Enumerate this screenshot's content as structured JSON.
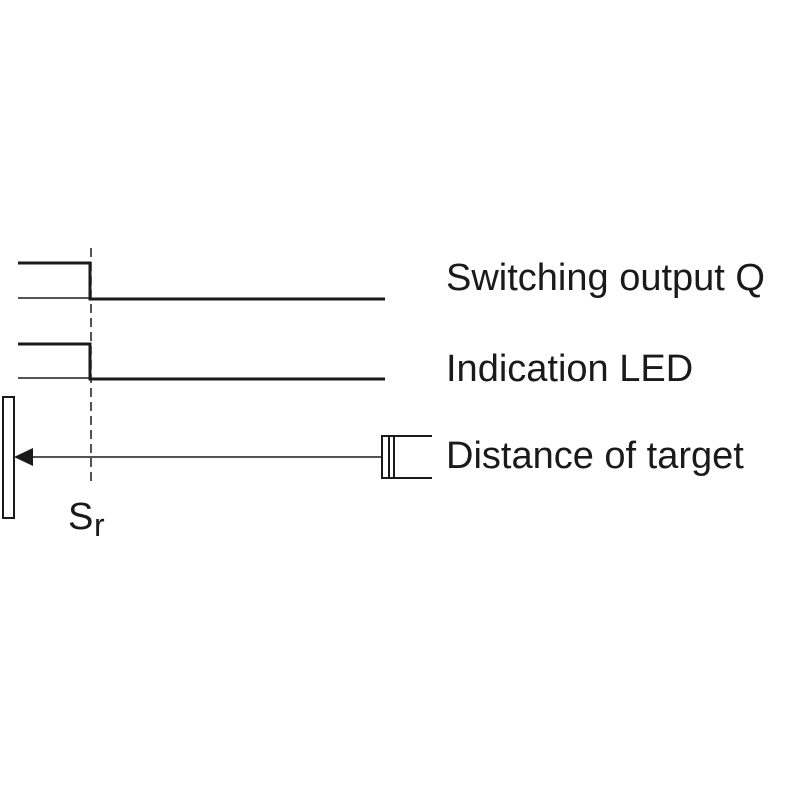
{
  "labels": {
    "switching_output": "Switching output Q",
    "indication_led": "Indication LED",
    "distance_of_target": "Distance of target"
  },
  "switch_point": {
    "symbol": "S",
    "subscript": "r"
  },
  "colors": {
    "line": "#1a1a1a",
    "background": "#ffffff"
  }
}
